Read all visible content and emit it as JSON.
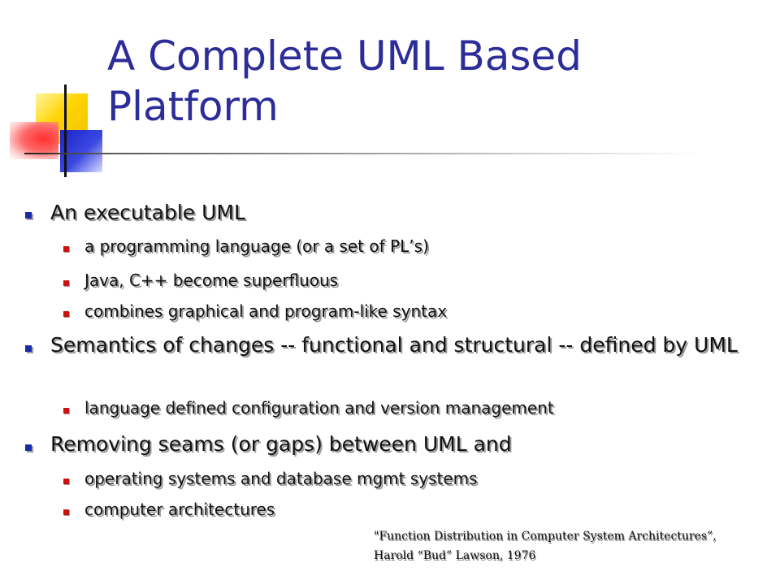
{
  "slide": {
    "title": "A Complete UML Based Platform",
    "bullets": [
      {
        "text": "An executable UML",
        "sub": [
          "a programming language (or a set of PL’s)",
          "Java, C++ become superfluous",
          "combines graphical and program-like syntax"
        ]
      },
      {
        "text": "Semantics of changes -- functional and structural -- defined by UML",
        "sub": [
          "language defined configuration and version management"
        ]
      },
      {
        "text": "Removing seams (or gaps) between UML and",
        "sub": [
          "operating systems and database mgmt systems",
          "computer architectures"
        ]
      }
    ],
    "citation": {
      "line1": "\"Function Distribution in Computer System Architectures”,",
      "line2": "Harold “Bud” Lawson, 1976"
    }
  },
  "colors": {
    "title": "#2d2d9a",
    "bullet_level1": "#1a2aa6",
    "bullet_level2": "#cc1111",
    "logo_yellow": "#ffd400",
    "logo_red": "#ff3030",
    "logo_blue": "#1a24c8"
  }
}
